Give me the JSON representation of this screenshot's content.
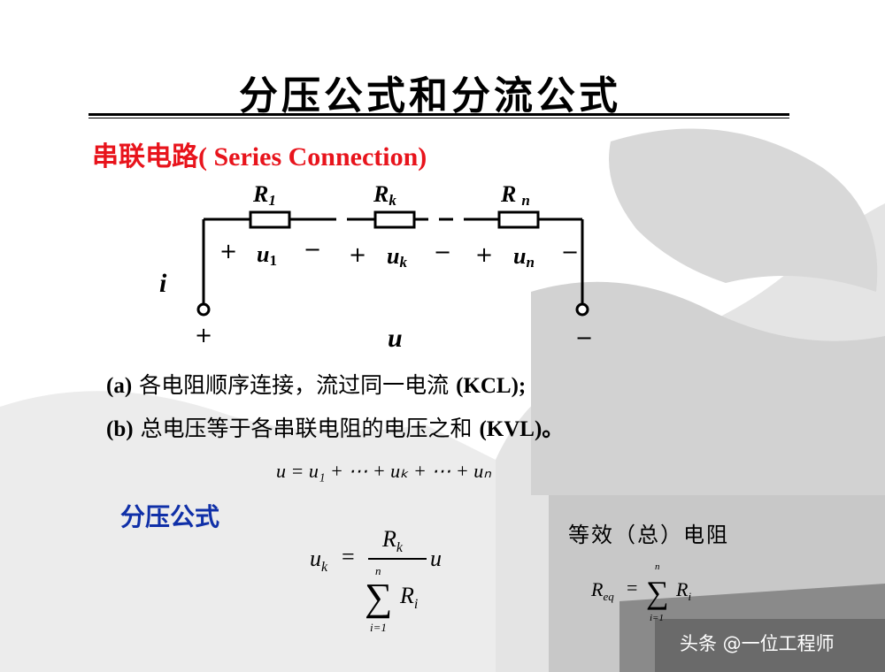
{
  "slide": {
    "title": "分压公式和分流公式",
    "heading": "串联电路",
    "heading_en": "( Series Connection)",
    "circuit": {
      "r1": "R",
      "r1_sub": "1",
      "rk": "R",
      "rk_sub": "k",
      "rn": "R",
      "rn_sub": "n",
      "u1": "u",
      "u1_sub": "1",
      "uk": "u",
      "uk_sub": "k",
      "un": "u",
      "un_sub": "n",
      "plus": "+",
      "minus": "−",
      "current": "i",
      "total_voltage": "u"
    },
    "line_a": {
      "prefix": "(a)",
      "text": " 各电阻顺序连接，流过同一电流 ",
      "suffix": "(KCL);"
    },
    "line_b": {
      "prefix": "(b)",
      "text": " 总电压等于各串联电阻的电压之和 ",
      "suffix": "(KVL)。"
    },
    "equation": "u = u₁ + ⋯ + uₖ + ⋯ + uₙ",
    "divider_heading": "分压公式",
    "divider_formula": {
      "lhs": "u",
      "lhs_sub": "k",
      "num": "R",
      "num_sub": "k",
      "sum_top": "n",
      "sum_bottom": "i=1",
      "den": "R",
      "den_sub": "i",
      "rhs": "u"
    },
    "equiv_heading": "等效（总）电阻",
    "equiv_formula": {
      "lhs": "R",
      "lhs_sub": "eq",
      "sum_top": "n",
      "sum_bottom": "i=1",
      "term": "R",
      "term_sub": "i"
    },
    "watermark": "头条 @一位工程师"
  },
  "colors": {
    "heading_red": "#e8141c",
    "heading_blue": "#1030a8",
    "text": "#000000"
  }
}
